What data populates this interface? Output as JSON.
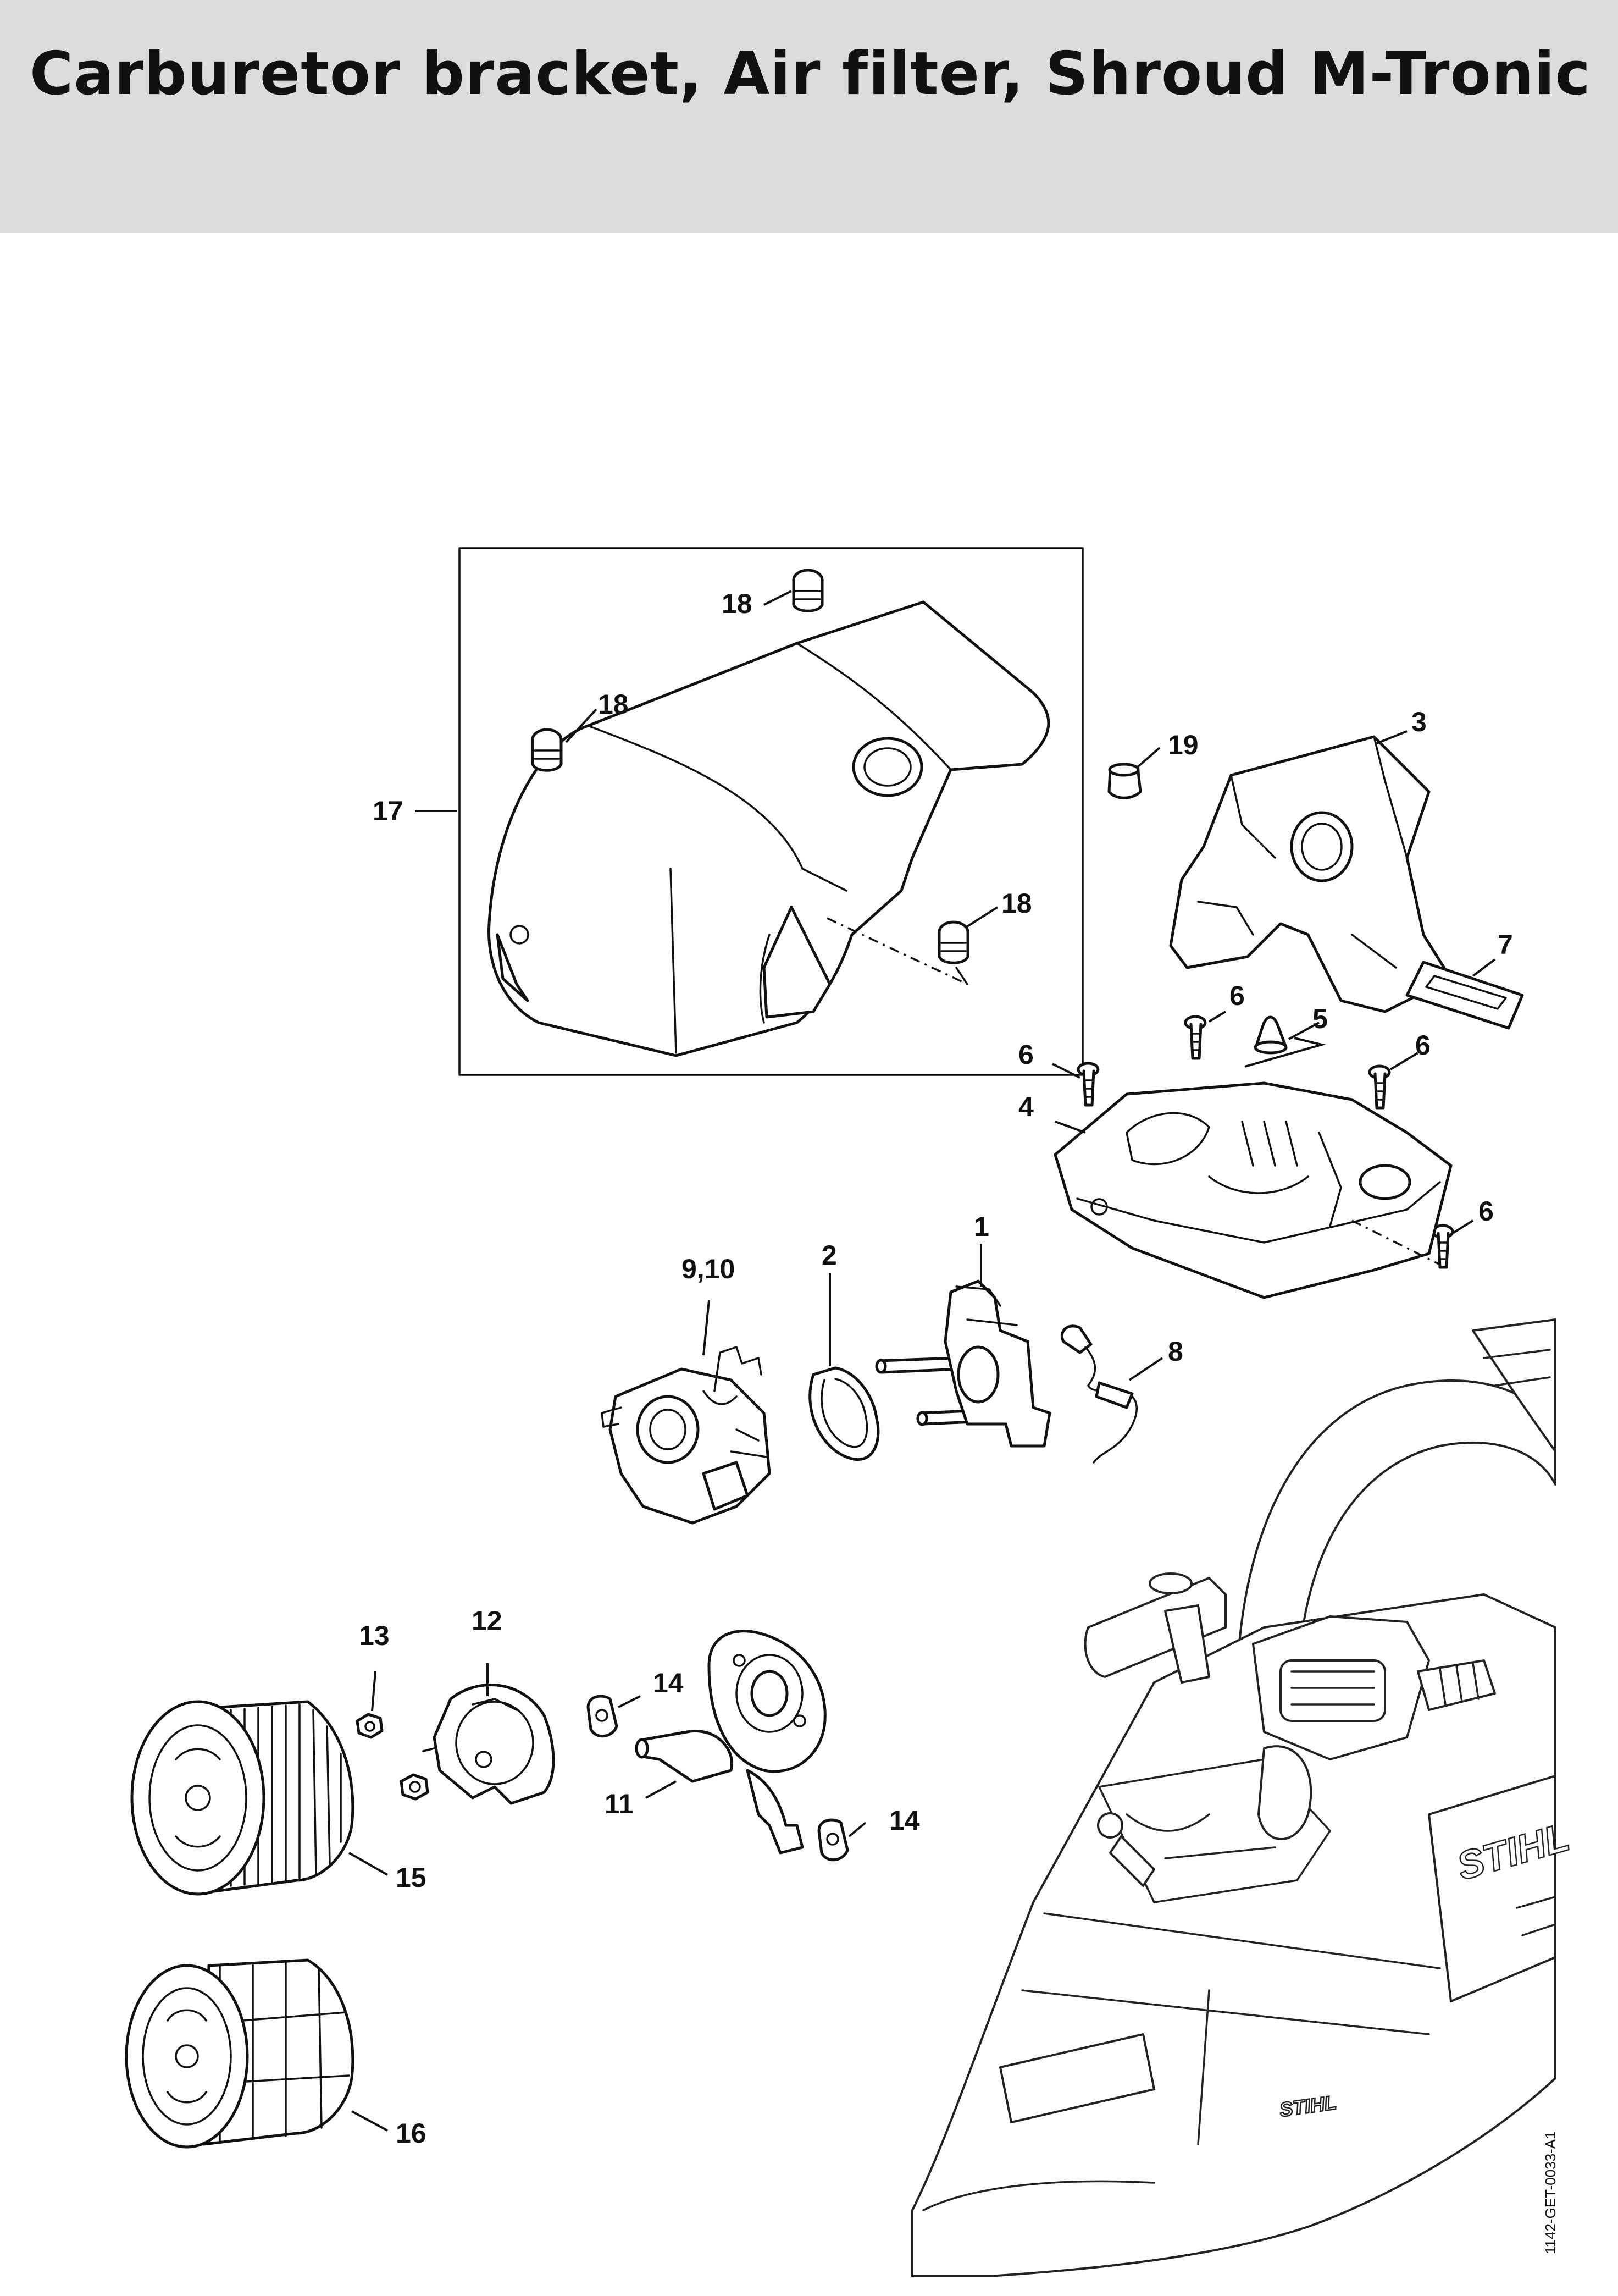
{
  "header": {
    "title": "Carburetor bracket, Air filter, Shroud M-Tronic"
  },
  "diagram": {
    "callouts": {
      "c1": "1",
      "c2": "2",
      "c3": "3",
      "c4": "4",
      "c5": "5",
      "c6a": "6",
      "c6b": "6",
      "c6c": "6",
      "c6d": "6",
      "c7": "7",
      "c8": "8",
      "c9_10": "9,10",
      "c11": "11",
      "c12": "12",
      "c13": "13",
      "c14a": "14",
      "c14b": "14",
      "c15": "15",
      "c16": "16",
      "c17": "17",
      "c18a": "18",
      "c18b": "18",
      "c18c": "18",
      "c19": "19"
    },
    "brand_marks": {
      "saw_side": "STIHL",
      "saw_front": "STIHL"
    },
    "doc_code": "1142-GET-0033-A1"
  }
}
